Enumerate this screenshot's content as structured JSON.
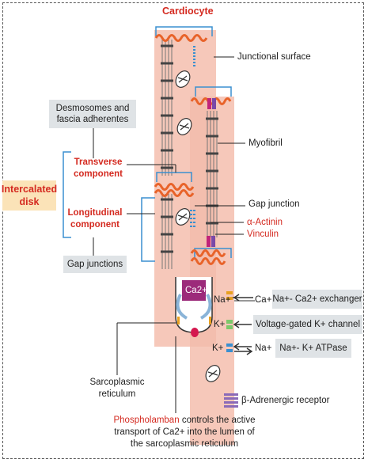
{
  "title": "Cardiocyte",
  "labels": {
    "junctional_surface": "Junctional surface",
    "desmosomes": "Desmosomes and fascia adherentes",
    "transverse": "Transverse component",
    "myofibril": "Myofibril",
    "intercalated_disk": "Intercalated disk",
    "gap_junction": "Gap junction",
    "longitudinal": "Longitudinal component",
    "alpha_actinin": "α-Actinin",
    "vinculin": "Vinculin",
    "gap_junctions": "Gap junctions",
    "ca_ion": "Ca2+",
    "na_ex_left": "Na+",
    "ca_ex_right": "Ca+",
    "na_ca_exchanger": "Na+- Ca2+ exchanger",
    "k_channel_ion": "K+",
    "voltage_gated_k": "Voltage-gated K+ channel",
    "k_atpase_ion": "K+",
    "na_atpase_ion": "Na+",
    "na_k_atpase": "Na+- K+ ATPase",
    "sarcoplasmic_reticulum": "Sarcoplasmic reticulum",
    "beta_receptor": "β-Adrenergic receptor",
    "phospholamban": "Phospholamban",
    "phospholamban_text": "controls the active transport of Ca2+ into the lumen of the sarcoplasmic reticulum"
  },
  "colors": {
    "cell": "#f6c8ba",
    "cell_dark": "#f0b4a2",
    "accent_red": "#d42a20",
    "wave": "#e8632a",
    "bracket": "#3a8fd0",
    "box": "#dfe3e6",
    "ca_box": "#9c2a7a"
  },
  "icons": [
    "mitochondrion-icon",
    "gap-junction-icon",
    "ion-channel-icon",
    "adrenergic-receptor-icon"
  ]
}
